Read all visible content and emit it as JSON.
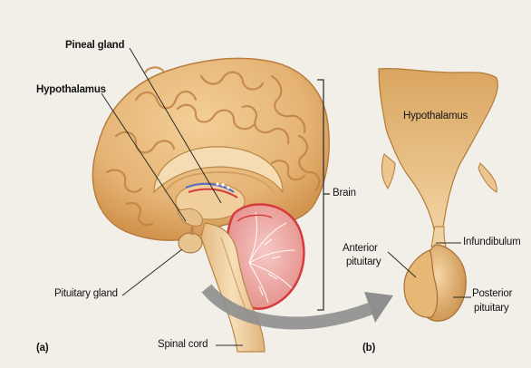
{
  "labels": {
    "pineal_gland": "Pineal gland",
    "hypothalamus_a": "Hypothalamus",
    "brain": "Brain",
    "pituitary_gland": "Pituitary gland",
    "spinal_cord": "Spinal cord",
    "panel_a": "(a)",
    "hypothalamus_b": "Hypothalamus",
    "infundibulum": "Infundibulum",
    "anterior_pituitary_1": "Anterior",
    "anterior_pituitary_2": "pituitary",
    "posterior_pituitary_1": "Posterior",
    "posterior_pituitary_2": "pituitary",
    "panel_b": "(b)"
  },
  "colors": {
    "background": "#f2efe8",
    "brain_fill": "#e7b77a",
    "brain_gyri": "#c68b4b",
    "cerebellum": "#e9a3a3",
    "cerebellum_outline": "#d63b3b",
    "stem": "#efd0a4",
    "arrow": "#8e8e8e",
    "pituitary": "#dca866",
    "leader_line": "#2b2b2b"
  }
}
